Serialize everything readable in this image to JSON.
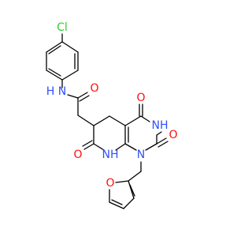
{
  "molecule": {
    "atoms": {
      "cl": {
        "label": "Cl",
        "color": "#33cc33"
      },
      "n_amide": {
        "label": "N",
        "color": "#3050f8"
      },
      "h_amide": {
        "label": "H",
        "color": "#3050f8"
      },
      "o_amide": {
        "label": "O",
        "color": "#ff0d0d"
      },
      "o_top": {
        "label": "O",
        "color": "#ff0d0d"
      },
      "nh_ring": {
        "label": "NH",
        "color": "#3050f8"
      },
      "o_right": {
        "label": "O",
        "color": "#ff0d0d"
      },
      "n1": {
        "label": "N",
        "color": "#3050f8"
      },
      "nh_lactam": {
        "label": "NH",
        "color": "#3050f8"
      },
      "o_lactam": {
        "label": "O",
        "color": "#ff0d0d"
      },
      "o_furan": {
        "label": "O",
        "color": "#ff0d0d"
      }
    }
  }
}
